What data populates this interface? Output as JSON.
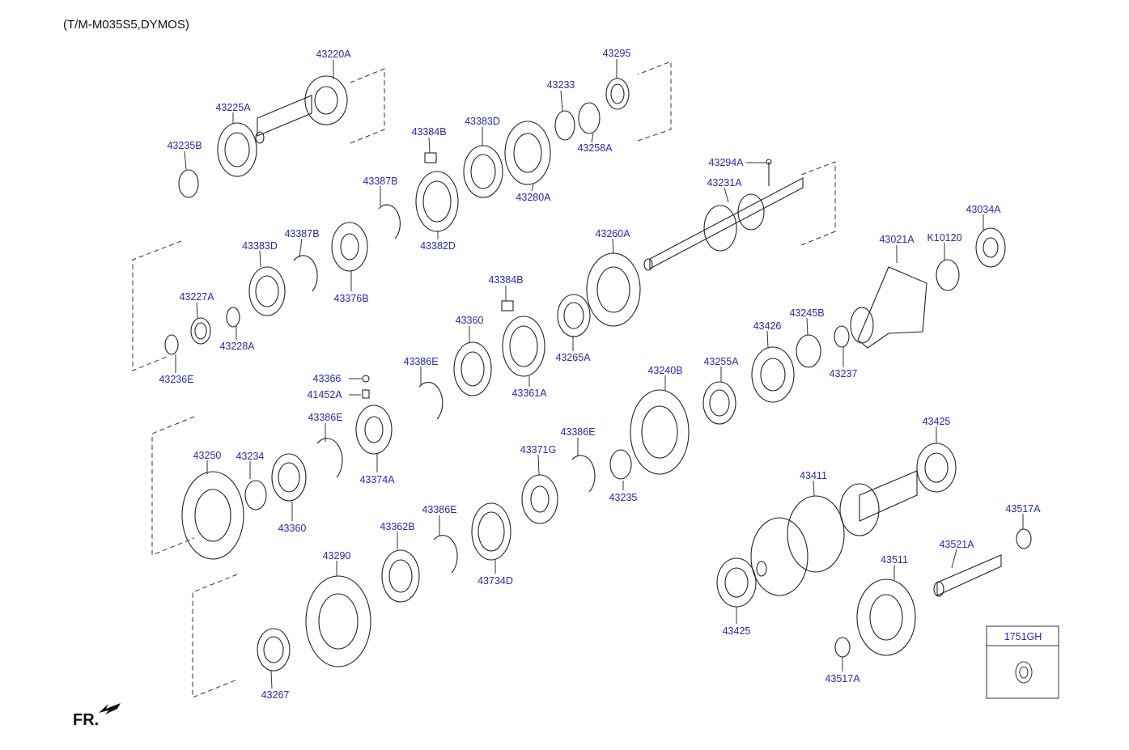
{
  "title": "(T/M-M035S5,DYMOS)",
  "front_marker": "FR.",
  "legend": {
    "code": "1751GH"
  },
  "labels": {
    "p43220A": "43220A",
    "p43225A": "43225A",
    "p43235B": "43235B",
    "p43295": "43295",
    "p43233": "43233",
    "p43258A": "43258A",
    "p43384B_1": "43384B",
    "p43383D_1": "43383D",
    "p43280A": "43280A",
    "p43387B_1": "43387B",
    "p43382D": "43382D",
    "p43294A": "43294A",
    "p43231A": "43231A",
    "p43387B_2": "43387B",
    "p43383D_2": "43383D",
    "p43376B": "43376B",
    "p43227A": "43227A",
    "p43228A": "43228A",
    "p43236E": "43236E",
    "p43260A": "43260A",
    "p43384B_2": "43384B",
    "p43360_1": "43360",
    "p43361A": "43361A",
    "p43265A": "43265A",
    "p43021A": "43021A",
    "pK10120": "K10120",
    "p43034A": "43034A",
    "p43245B": "43245B",
    "p43426": "43426",
    "p43237": "43237",
    "p43366": "43366",
    "p41452A": "41452A",
    "p43386E_1": "43386E",
    "p43240B": "43240B",
    "p43255A": "43255A",
    "p43386E_2": "43386E",
    "p43374A": "43374A",
    "p43250": "43250",
    "p43234": "43234",
    "p43360_2": "43360",
    "p43386E_3": "43386E",
    "p43371G": "43371G",
    "p43235": "43235",
    "p43425_1": "43425",
    "p43411": "43411",
    "p43517A_1": "43517A",
    "p43521A": "43521A",
    "p43386E_4": "43386E",
    "p43362B": "43362B",
    "p43734D": "43734D",
    "p43290": "43290",
    "p43511": "43511",
    "p43425_2": "43425",
    "p43517A_2": "43517A",
    "p43267": "43267"
  }
}
